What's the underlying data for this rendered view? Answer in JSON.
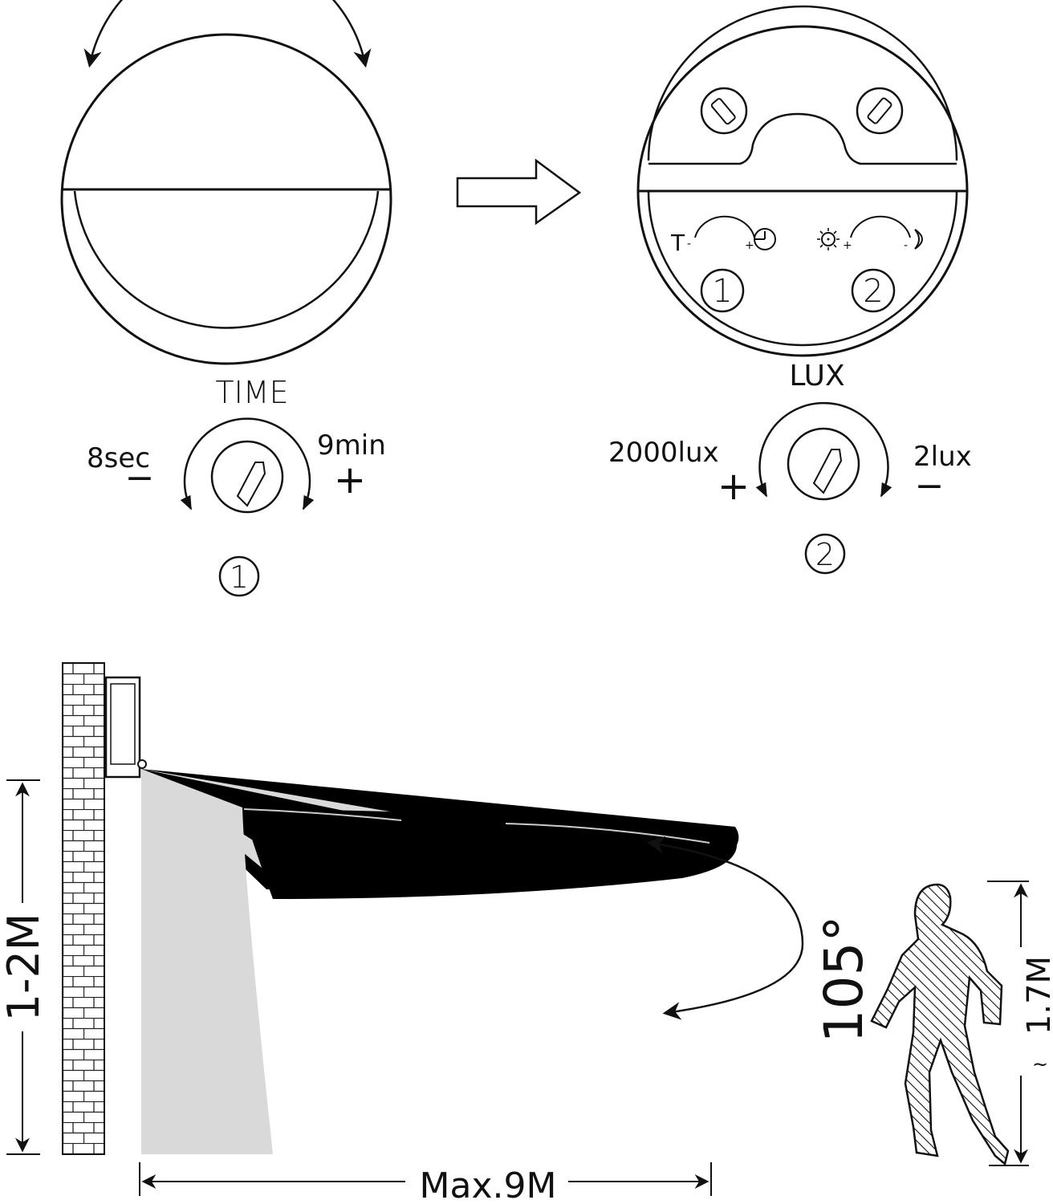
{
  "time_dial": {
    "title": "TIME",
    "min_label": "8sec",
    "max_label": "9min",
    "minus_sign": "−",
    "plus_sign": "+",
    "number": "1"
  },
  "lux_dial": {
    "title": "LUX",
    "plus_label": "2000lux",
    "minus_label": "2lux",
    "plus_sign": "+",
    "minus_sign": "−",
    "number": "2"
  },
  "sensor_face": {
    "time_marker": "T",
    "knob_1_number": "1",
    "knob_2_number": "2"
  },
  "detection": {
    "mount_height": "1-2M",
    "max_range": "Max.9M",
    "angle": "105°",
    "person_height": "1.7M"
  },
  "colors": {
    "ink": "#111111",
    "zone_light": "#d9d9d9",
    "zone_dark": "#000000"
  }
}
